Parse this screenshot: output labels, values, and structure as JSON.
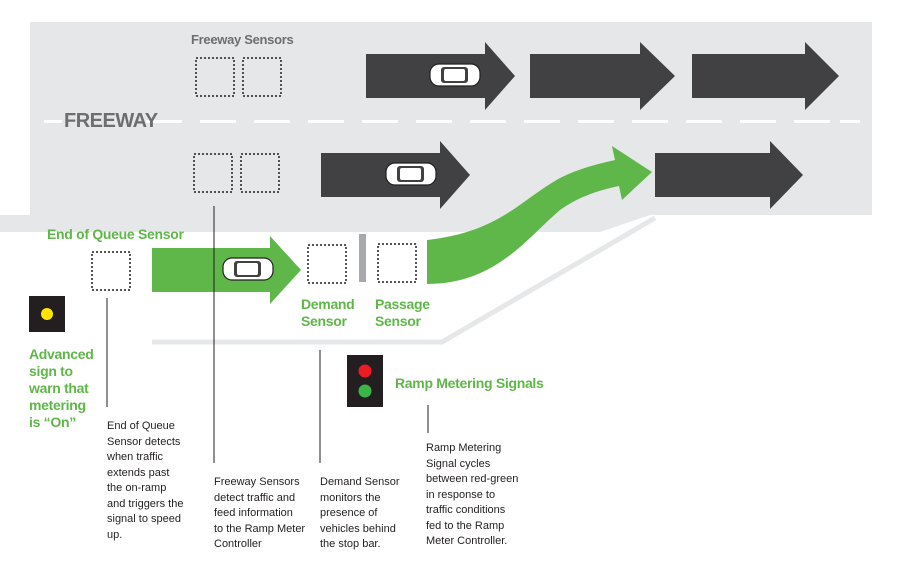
{
  "labels": {
    "freeway": "FREEWAY",
    "freeway_sensors": "Freeway Sensors",
    "end_of_queue_sensor": "End of Queue Sensor",
    "demand_sensor": [
      "Demand",
      "Sensor"
    ],
    "passage_sensor": [
      "Passage",
      "Sensor"
    ],
    "ramp_metering_signals": "Ramp Metering Signals",
    "advanced_sign": [
      "Advanced",
      "sign to",
      "warn that",
      "metering",
      "is “On”"
    ]
  },
  "descriptions": {
    "end_of_queue": [
      "End of Queue",
      "Sensor detects",
      "when traffic",
      "extends past",
      "the on-ramp",
      "and triggers the",
      "signal to speed",
      "up."
    ],
    "freeway_sensors": [
      "Freeway Sensors",
      "detect traffic and",
      "feed information",
      "to the Ramp Meter",
      "Controller"
    ],
    "demand_sensor": [
      "Demand Sensor",
      "monitors the",
      "presence of",
      "vehicles behind",
      "the stop bar."
    ],
    "ramp_metering": [
      "Ramp Metering",
      "Signal cycles",
      "between red-green",
      "in response to",
      "traffic conditions",
      "fed to the Ramp",
      "Meter Controller."
    ]
  },
  "colors": {
    "road": "#e6e7e8",
    "arrow_dark": "#414042",
    "arrow_green": "#5fb749",
    "signal_red": "#ed1c24",
    "signal_green": "#39b54a",
    "signal_yellow": "#ffe500",
    "label_gray": "#6d6e70"
  },
  "icons": {
    "vehicle": "car-top-view-icon",
    "warning_sign": "yellow-light-sign-icon",
    "signal": "traffic-signal-icon"
  }
}
